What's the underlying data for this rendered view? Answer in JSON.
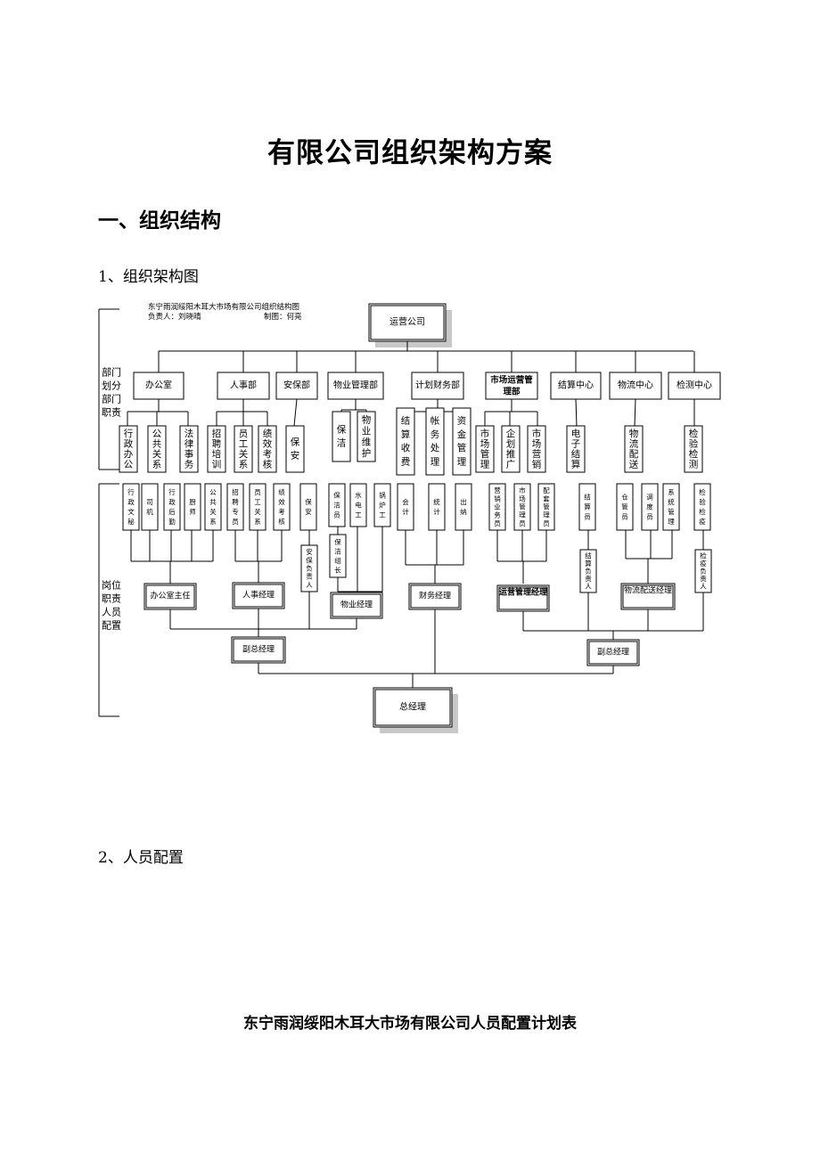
{
  "document": {
    "title": "有限公司组织架构方案",
    "section_heading": "一、组织结构",
    "subheading_1": "1、组织架构图",
    "subheading_2": "2、人员配置",
    "table_title": "东宁雨润绥阳木耳大市场有限公司人员配置计划表"
  },
  "org_chart": {
    "caption_line1": "东宁雨润绥阳木耳大市场有限公司组织结构图",
    "caption_resp": "负责人：刘晓晴",
    "caption_drawn": "制图：何亮",
    "side_label_dept": [
      "部门",
      "划分",
      "部门",
      "职责"
    ],
    "side_label_post": [
      "岗位",
      "职责",
      "人员",
      "配置"
    ],
    "top_node": "运营公司",
    "departments": [
      "办公室",
      "人事部",
      "安保部",
      "物业管理部",
      "计划财务部",
      "市场运营管理部",
      "结算中心",
      "物流中心",
      "检测中心"
    ],
    "duties": [
      "行政办公",
      "公共关系",
      "法律事务",
      "招聘培训",
      "员工关系",
      "绩效考核",
      "保安",
      "保洁",
      "物业维护",
      "结算收费",
      "帐务处理",
      "资金管理",
      "市场管理",
      "企划推广",
      "市场营销",
      "电子结算",
      "物流配送",
      "检验检测"
    ],
    "posts": [
      "行政文秘",
      "司机",
      "行政后勤",
      "厨师",
      "公共关系",
      "招聘专员",
      "员工关系",
      "绩效考核",
      "保安",
      "保洁员",
      "水电工",
      "锅炉工",
      "会计",
      "统计",
      "出纳",
      "营销业务员",
      "市场管理员",
      "配套管理员",
      "结算员",
      "仓管员",
      "调度员",
      "系统管理",
      "检验检疫"
    ],
    "second_posts": [
      "安保负责人",
      "保洁组长",
      "结算负责人",
      "检疫负责人"
    ],
    "managers": [
      "办公室主任",
      "人事经理",
      "物业经理",
      "财务经理",
      "运营管理经理",
      "物流配送经理"
    ],
    "deputies": [
      "副总经理",
      "副总经理"
    ],
    "general_manager": "总经理"
  }
}
